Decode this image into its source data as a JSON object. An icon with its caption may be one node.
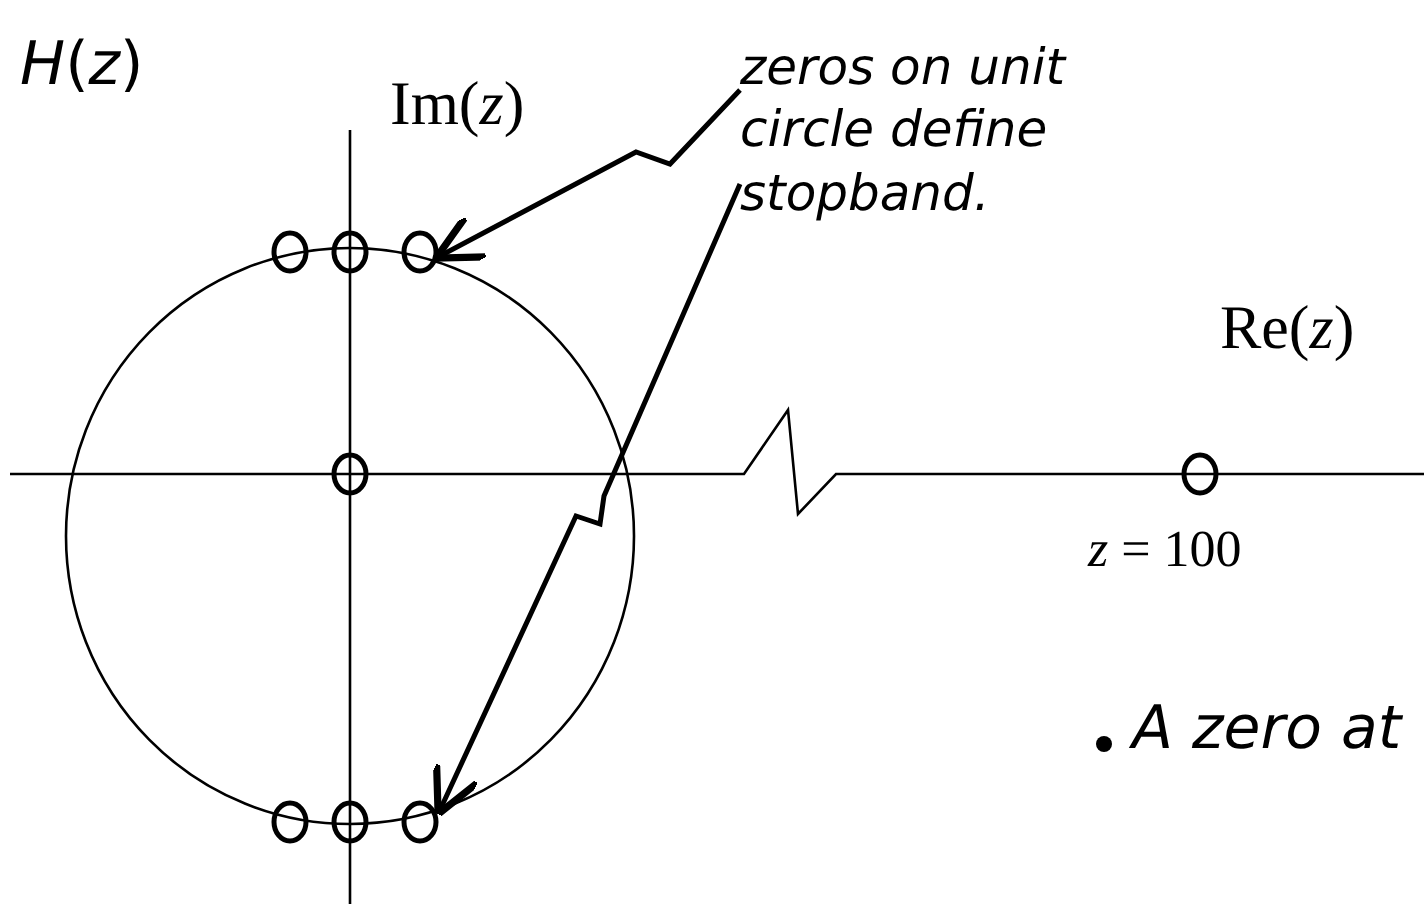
{
  "diagram": {
    "nodes": [
      {
        "text": [
          "zeros on unit circle define stopband."
        ]
      },
      {
        "text": [],
        "shape": "circle"
      },
      {
        "text": [],
        "shape": "circle"
      }
    ],
    "edges": [
      {
        "from": 0,
        "to": 1,
        "arrow": "to"
      },
      {
        "from": 0,
        "to": 2,
        "arrow": "to"
      }
    ],
    "labels": [
      "*H*(*z*)",
      "Im(*z*)",
      "Re(*z*)",
      "*z* = 100",
      "A zero at"
    ]
  }
}
